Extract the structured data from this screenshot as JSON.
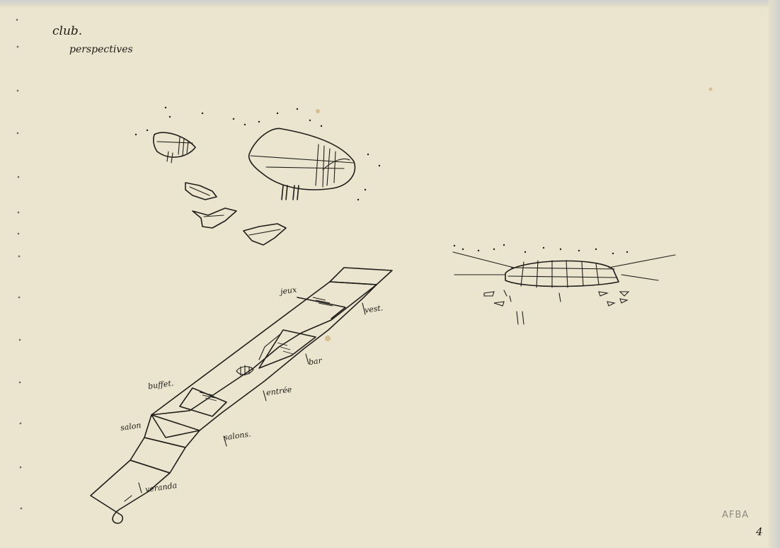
{
  "sheet": {
    "title": "club.",
    "subtitle": "perspectives",
    "archive_mark": "AFBA",
    "page_number": "4"
  },
  "labels": {
    "jeux": "jeux",
    "vest": "vest.",
    "bar": "bar",
    "buffet": "buffet.",
    "entree": "entrée",
    "salon": "salon",
    "salons": "salons.",
    "veranda": "veranda"
  },
  "colors": {
    "paper": "#ebe5cf",
    "ink": "#1f1d1a",
    "stain": "#c9a062"
  }
}
